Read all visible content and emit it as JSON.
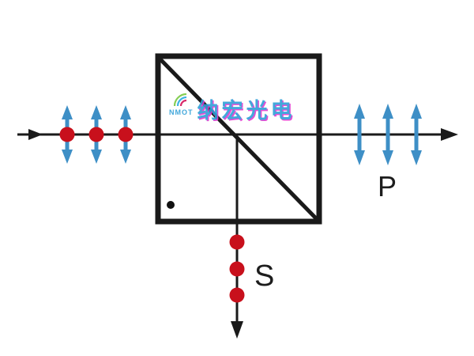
{
  "diagram": {
    "type": "polarizing-beam-splitter-optical-diagram",
    "labels": {
      "p_beam": "P",
      "s_beam": "S"
    },
    "watermark": {
      "logo_text": "NMOT",
      "brand_text": "纳宏光电"
    },
    "colors": {
      "beam": "#1a1a1a",
      "p_polarization": "#3e8fc6",
      "s_polarization": "#c8101c",
      "watermark_blue": "#2f9fd8",
      "watermark_magenta": "#e23bd0"
    }
  }
}
